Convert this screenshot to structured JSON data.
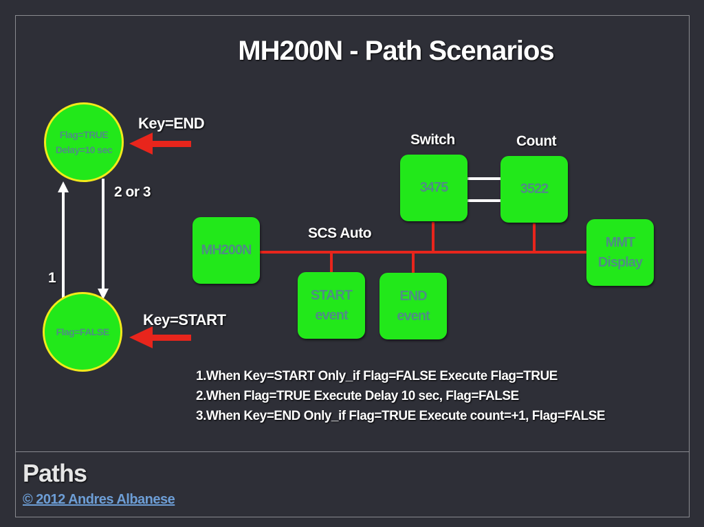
{
  "title": "MH200N - Path Scenarios",
  "states": {
    "top": {
      "line1": "Flag=TRUE",
      "line2": "Delay=10 sec"
    },
    "bottom": {
      "line1": "Flag=FALSE"
    }
  },
  "transitions": {
    "up": "1",
    "down": "2 or 3"
  },
  "keys": {
    "end": "Key=END",
    "start": "Key=START"
  },
  "network": {
    "bus_label": "SCS Auto",
    "switch_label": "Switch",
    "count_label": "Count",
    "mh200n": "MH200N",
    "start_event": {
      "line1": "START",
      "line2": "event"
    },
    "end_event": {
      "line1": "END",
      "line2": "event"
    },
    "switch_id": "3475",
    "count_id": "3522",
    "mmt": {
      "line1": "MMT",
      "line2": "Display"
    }
  },
  "rules": [
    "1.When Key=START Only_if Flag=FALSE Execute Flag=TRUE",
    "2.When Flag=TRUE Execute Delay 10 sec, Flag=FALSE",
    "3.When Key=END Only_if Flag=TRUE Execute count=+1, Flag=FALSE"
  ],
  "footer": {
    "section": "Paths",
    "copyright": "© 2012 Andres Albanese"
  },
  "colors": {
    "green": "#22e81a",
    "yellow": "#f2ea1a",
    "red": "#e8251c",
    "bg": "#2e2f37"
  }
}
